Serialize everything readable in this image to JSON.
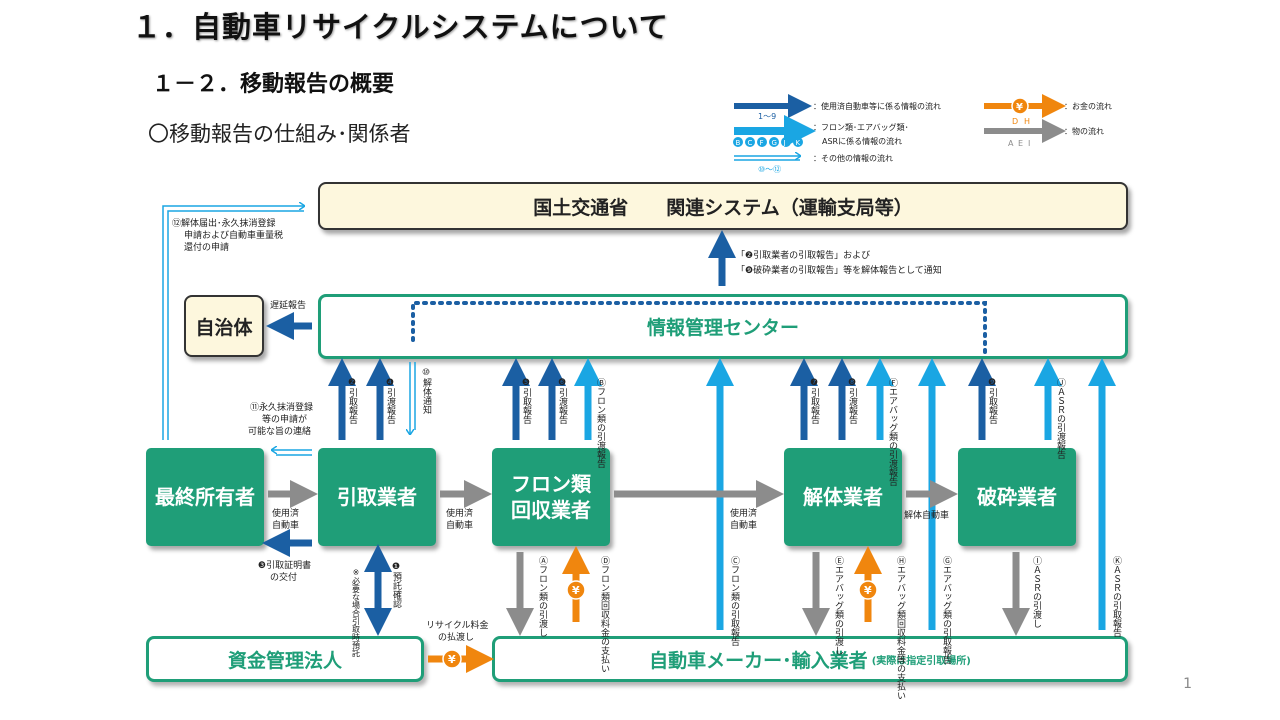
{
  "header": {
    "title": "１．自動車リサイクルシステムについて",
    "subtitle": "１－２．移動報告の概要",
    "section": "〇移動報告の仕組み･関係者"
  },
  "legend": {
    "info_flow": "：使用済自動車等に係る情報の流れ",
    "info_badge": "1〜9",
    "parts_flow_1": "：フロン類･エアバッグ類･",
    "parts_flow_2": "ASRに係る情報の流れ",
    "parts_badges": [
      "B",
      "C",
      "F",
      "G",
      "J",
      "K"
    ],
    "other_flow": "：その他の情報の流れ",
    "other_badge": "⑩～⑫",
    "money_flow": "：お金の流れ",
    "money_badges": [
      "D",
      "H"
    ],
    "goods_flow": "：物の流れ",
    "goods_badges": [
      "A",
      "E",
      "I"
    ],
    "yen": "¥"
  },
  "boxes": {
    "mlit": "国土交通省　　関連システム（運輸支局等）",
    "center": "情報管理センター",
    "local_gov": "自治体",
    "final_owner": "最終所有者",
    "collector": "引取業者",
    "freon": "フロン類",
    "freon2": "回収業者",
    "dismantler": "解体業者",
    "shredder": "破砕業者",
    "fund": "資金管理法人",
    "maker": "自動車メーカー･輸入業者",
    "maker_note": "(実際は指定引取場所)"
  },
  "labels": {
    "report_to_mlit_1": "「❷引取業者の引取報告」および",
    "report_to_mlit_2": "「❾破砕業者の引取報告」等を解体報告として通知",
    "delay": "遅延報告",
    "l12_1": "⑫解体届出･永久抹消登録",
    "l12_2": "申請および自動車重量税",
    "l12_3": "還付の申請",
    "l11_1": "⑪永久抹消登録",
    "l11_2": "等の申請が",
    "l11_3": "可能な旨の連絡",
    "used_car": "使用済",
    "used_car2": "自動車",
    "dismantled_car": "解体自動車",
    "cert_1": "❸引取証明書",
    "cert_2": "の交付",
    "recycle_fee_1": "リサイクル料金",
    "recycle_fee_2": "の払渡し",
    "v2": "❷引取報告",
    "v4": "❹引渡報告",
    "v10": "⑩解体通知",
    "v5": "❺引取報告",
    "v6": "❻引渡報告",
    "vB": "Ⓑフロン類の引渡報告",
    "v7": "❼引取報告",
    "v8": "❽引渡報告",
    "vF": "Ⓕエアバッグ類の引渡報告",
    "v9": "❾引取報告",
    "vJ": "ⒿＡＳＲの引渡報告",
    "v1": "❶預託確認",
    "vNote": "※必要な場合引取時預託",
    "vA": "Ⓐフロン類の引渡し",
    "vD": "Ⓓフロン類回収料金の支払い",
    "vC": "Ⓒフロン類の引取報告",
    "vE": "Ⓔエアバッグ類の引渡し",
    "vH": "Ⓗエアバッグ類回収料金等の支払い",
    "vG": "Ⓖエアバッグ類の引取報告",
    "vI": "ⒾＡＳＲの引渡し",
    "vK": "ⓀＡＳＲの引取報告"
  },
  "colors": {
    "navy": "#1b5fa3",
    "cyan": "#1aa6e3",
    "gray": "#8c8c8c",
    "orange": "#f0860e",
    "green": "#1f9e78"
  },
  "page_number": "1"
}
